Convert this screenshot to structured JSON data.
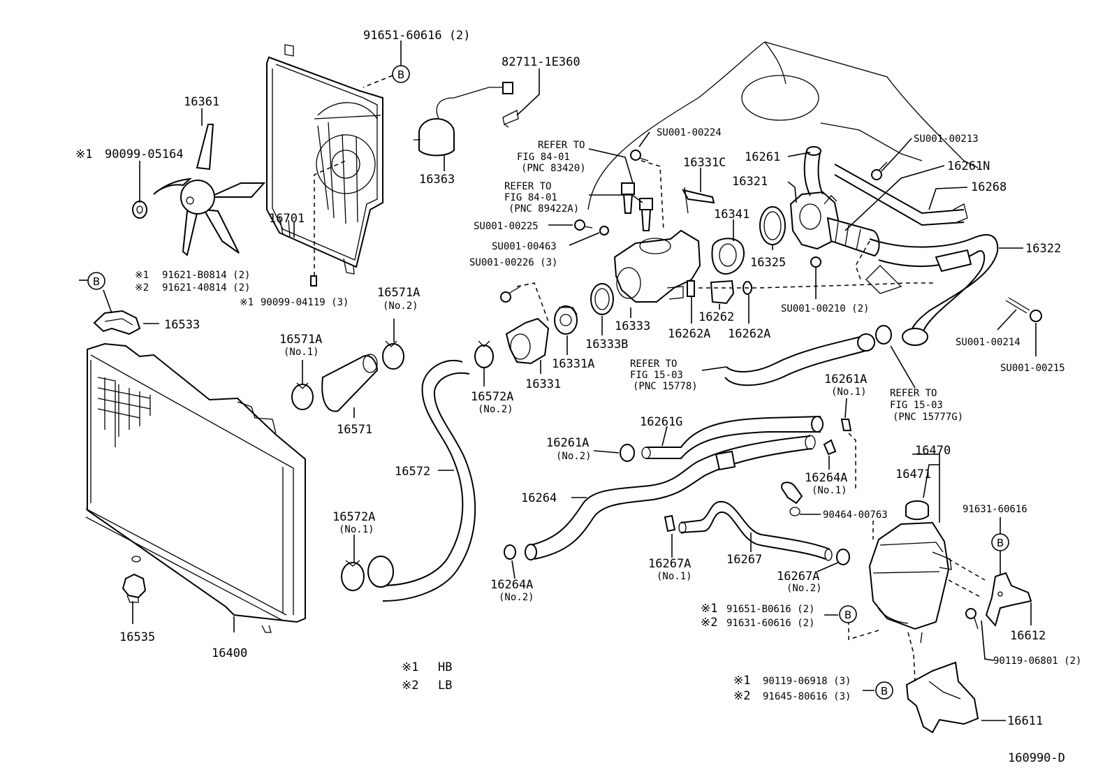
{
  "diagram_id": "160990-D",
  "marker_letter": "B",
  "legend": [
    {
      "mark": "※1",
      "text": "HB"
    },
    {
      "mark": "※2",
      "text": "LB"
    }
  ],
  "labels": {
    "p91651_60616": "91651-60616 (2)",
    "p82711_1E360": "82711-1E360",
    "p16361": "16361",
    "p90099_05164_mark": "※1",
    "p90099_05164": "90099-05164",
    "p16363": "16363",
    "p16701": "16701",
    "p91621_B0814_mark": "※1",
    "p91621_B0814": "91621-B0814 (2)",
    "p91621_40814_mark": "※2",
    "p91621_40814": "91621-40814 (2)",
    "p90099_04119_mark": "※1",
    "p90099_04119": "90099-04119 (3)",
    "p16533": "16533",
    "p16571A_no2": "16571A",
    "p16571A_no2_sub": "(No.2)",
    "p16571A_no1": "16571A",
    "p16571A_no1_sub": "(No.1)",
    "p16571": "16571",
    "p16572": "16572",
    "p16572A_no2": "16572A",
    "p16572A_no2_sub": "(No.2)",
    "p16572A_no1": "16572A",
    "p16572A_no1_sub": "(No.1)",
    "p16535": "16535",
    "p16400": "16400",
    "refer1_l1": "REFER TO",
    "refer1_l2": "FIG 84-01",
    "refer1_l3": "(PNC 83420)",
    "refer2_l1": "REFER TO",
    "refer2_l2": "FIG 84-01",
    "refer2_l3": "(PNC 89422A)",
    "pSU001_00224": "SU001-00224",
    "pSU001_00225": "SU001-00225",
    "pSU001_00463": "SU001-00463",
    "pSU001_00226": "SU001-00226 (3)",
    "p16331C": "16331C",
    "p16341": "16341",
    "p16325": "16325",
    "p16333": "16333",
    "p16333B": "16333B",
    "p16331A": "16331A",
    "p16331": "16331",
    "p16262": "16262",
    "p16262A_1": "16262A",
    "p16262A_2": "16262A",
    "pSU001_00213": "SU001-00213",
    "p16261": "16261",
    "p16261N": "16261N",
    "p16321": "16321",
    "p16268": "16268",
    "p16322": "16322",
    "pSU001_00210": "SU001-00210 (2)",
    "pSU001_00214": "SU001-00214",
    "pSU001_00215": "SU001-00215",
    "refer3_l1": "REFER TO",
    "refer3_l2": "FIG 15-03",
    "refer3_l3": "(PNC 15778)",
    "refer4_l1": "REFER TO",
    "refer4_l2": "FIG 15-03",
    "refer4_l3": "(PNC 15777G)",
    "p16261A_no1": "16261A",
    "p16261A_no1_sub": "(No.1)",
    "p16261G": "16261G",
    "p16261A_no2": "16261A",
    "p16261A_no2_sub": "(No.2)",
    "p16264A_no1": "16264A",
    "p16264A_no1_sub": "(No.1)",
    "p16264": "16264",
    "p90464_00763": "90464-00763",
    "p16470": "16470",
    "p16471": "16471",
    "p91631_60616": "91631-60616",
    "p16267A_no1": "16267A",
    "p16267A_no1_sub": "(No.1)",
    "p16267": "16267",
    "p16267A_no2": "16267A",
    "p16267A_no2_sub": "(No.2)",
    "p16264A_no2": "16264A",
    "p16264A_no2_sub": "(No.2)",
    "p91651_B0616_mark": "※1",
    "p91651_B0616": "91651-B0616 (2)",
    "p91631_60616b_mark": "※2",
    "p91631_60616b": "91631-60616 (2)",
    "p16612": "16612",
    "p90119_06801": "90119-06801 (2)",
    "p90119_06918_mark": "※1",
    "p90119_06918": "90119-06918 (3)",
    "p91645_80616_mark": "※2",
    "p91645_80616": "91645-80616 (3)",
    "p16611": "16611"
  }
}
